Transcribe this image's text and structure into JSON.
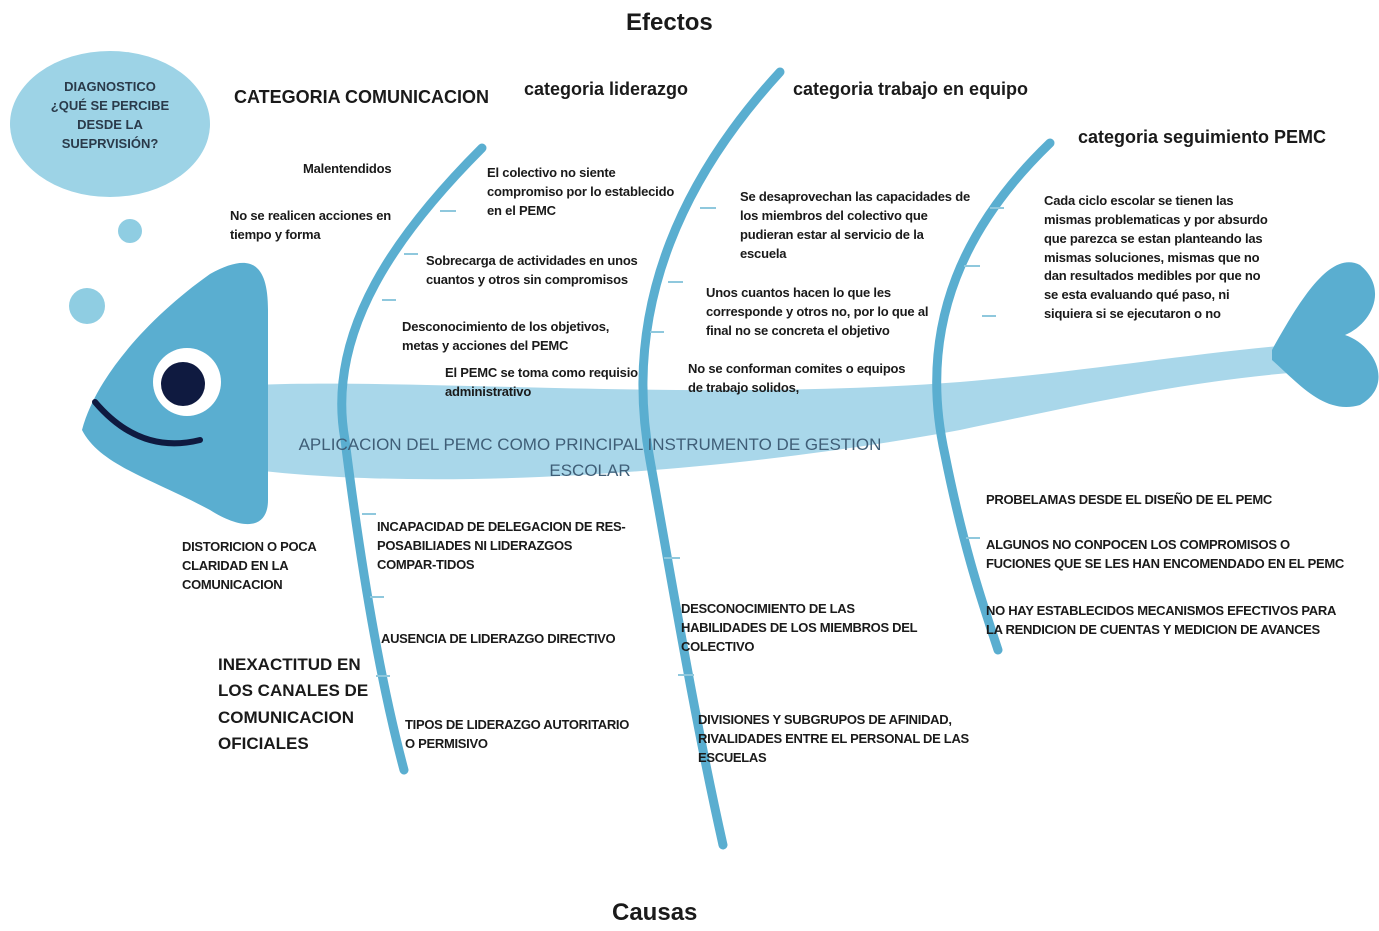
{
  "header": {
    "effects": "Efectos",
    "causes": "Causas"
  },
  "bubble": {
    "text": "DIAGNOSTICO\n¿QUÉ SE PERCIBE\nDESDE LA\nSUEPRVISIÓN?"
  },
  "spine": {
    "text": "APLICACION DEL PEMC COMO PRINCIPAL INSTRUMENTO DE GESTION\nESCOLAR"
  },
  "categories": {
    "comunicacion": "CATEGORIA COMUNICACION",
    "liderazgo": "categoria liderazgo",
    "equipo": "categoria trabajo en equipo",
    "seguimiento": "categoria seguimiento PEMC"
  },
  "effects": {
    "comunicacion": [
      "Malentendidos",
      "No se realicen acciones en\ntiempo y forma"
    ],
    "liderazgo": [
      "El colectivo no siente\ncompromiso por lo establecido\nen el PEMC",
      "Sobrecarga de actividades en unos\ncuantos y otros sin compromisos",
      "Desconocimiento de los objetivos,\nmetas y acciones del PEMC",
      "El PEMC se toma como requisio\nadministrativo"
    ],
    "equipo": [
      "Se desaprovechan las capacidades de\nlos miembros del colectivo que\npudieran estar al servicio de la\nescuela",
      "Unos cuantos hacen lo que les\ncorresponde y otros no, por lo que al\nfinal no se concreta el objetivo",
      "No se conforman comites o equipos\nde trabajo solidos,"
    ],
    "seguimiento": [
      "Cada ciclo escolar se tienen las\nmismas problematicas y por absurdo\nque parezca se estan planteando las\nmismas soluciones, mismas que no\ndan resultados medibles por que no\nse esta evaluando qué paso, ni\nsiquiera  si se ejecutaron o no"
    ]
  },
  "causes": {
    "comunicacion": [
      "DISTORICION O POCA\nCLARIDAD EN LA\nCOMUNICACION",
      "INEXACTITUD EN\nLOS CANALES DE\nCOMUNICACION\nOFICIALES"
    ],
    "liderazgo": [
      "INCAPACIDAD DE DELEGACION DE RES-\nPOSABILIADES NI LIDERAZGOS\nCOMPAR-TIDOS",
      "AUSENCIA DE LIDERAZGO DIRECTIVO",
      "TIPOS DE LIDERAZGO AUTORITARIO\nO PERMISIVO"
    ],
    "equipo": [
      "DESCONOCIMIENTO DE LAS\nHABILIDADES DE LOS MIEMBROS DEL\nCOLECTIVO",
      "DIVISIONES Y SUBGRUPOS DE AFINIDAD,\nRIVALIDADES ENTRE EL PERSONAL DE LAS\nESCUELAS"
    ],
    "seguimiento": [
      "PROBELAMAS DESDE EL DISEÑO DE EL PEMC",
      "ALGUNOS NO CONPOCEN LOS COMPROMISOS O\nFUCIONES QUE SE LES HAN ENCOMENDADO EN EL PEMC",
      "NO HAY ESTABLECIDOS MECANISMOS EFECTIVOS PARA\nLA RENDICION DE CUENTAS Y MEDICION DE AVANCES"
    ]
  },
  "colors": {
    "fish": "#5aaed0",
    "fish_light": "#a9d7ea",
    "bubble": "#9dd3e6",
    "eye": "#0f1a40"
  }
}
